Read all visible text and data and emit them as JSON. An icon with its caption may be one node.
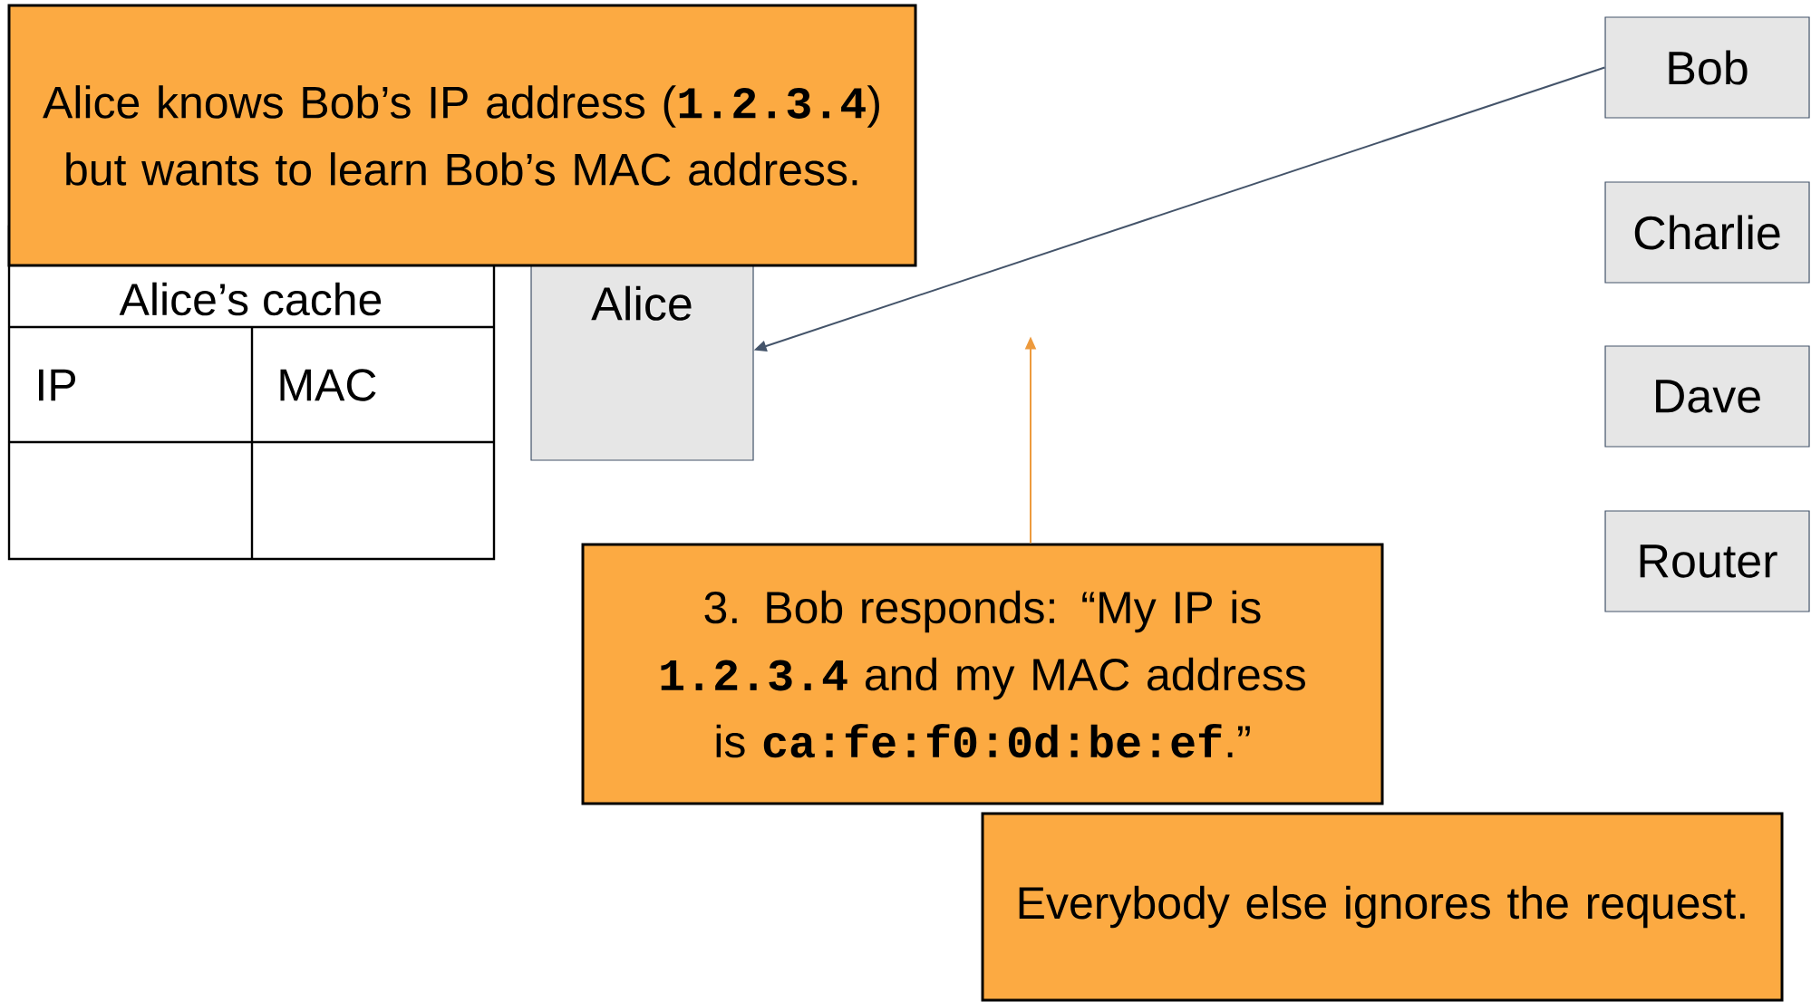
{
  "diagram": {
    "nodes": [
      {
        "text": [
          "Alice knows Bob’s IP address (**1.2.3.4**) but wants to learn Bob’s MAC address."
        ]
      },
      {
        "text": [
          "Alice"
        ]
      },
      {
        "text": [
          "Bob"
        ]
      },
      {
        "text": [
          "Charlie"
        ]
      },
      {
        "text": [
          "Dave"
        ]
      },
      {
        "text": [
          "Router"
        ]
      },
      {
        "text": [
          "3. Bob responds: “My IP is **1.2.3.4** and my MAC address is **ca:fe:f0:0d:be:ef**.”"
        ]
      },
      {
        "text": [
          "Everybody else ignores the request."
        ]
      }
    ],
    "edges": [
      {
        "from": 2,
        "to": 1,
        "arrow": "to",
        "color": "#44546a"
      },
      {
        "from": 6,
        "to": null,
        "arrow": "to",
        "color": "#ed9a3d"
      }
    ],
    "labels": [
      "Alice’s cache",
      "IP",
      "MAC"
    ]
  }
}
